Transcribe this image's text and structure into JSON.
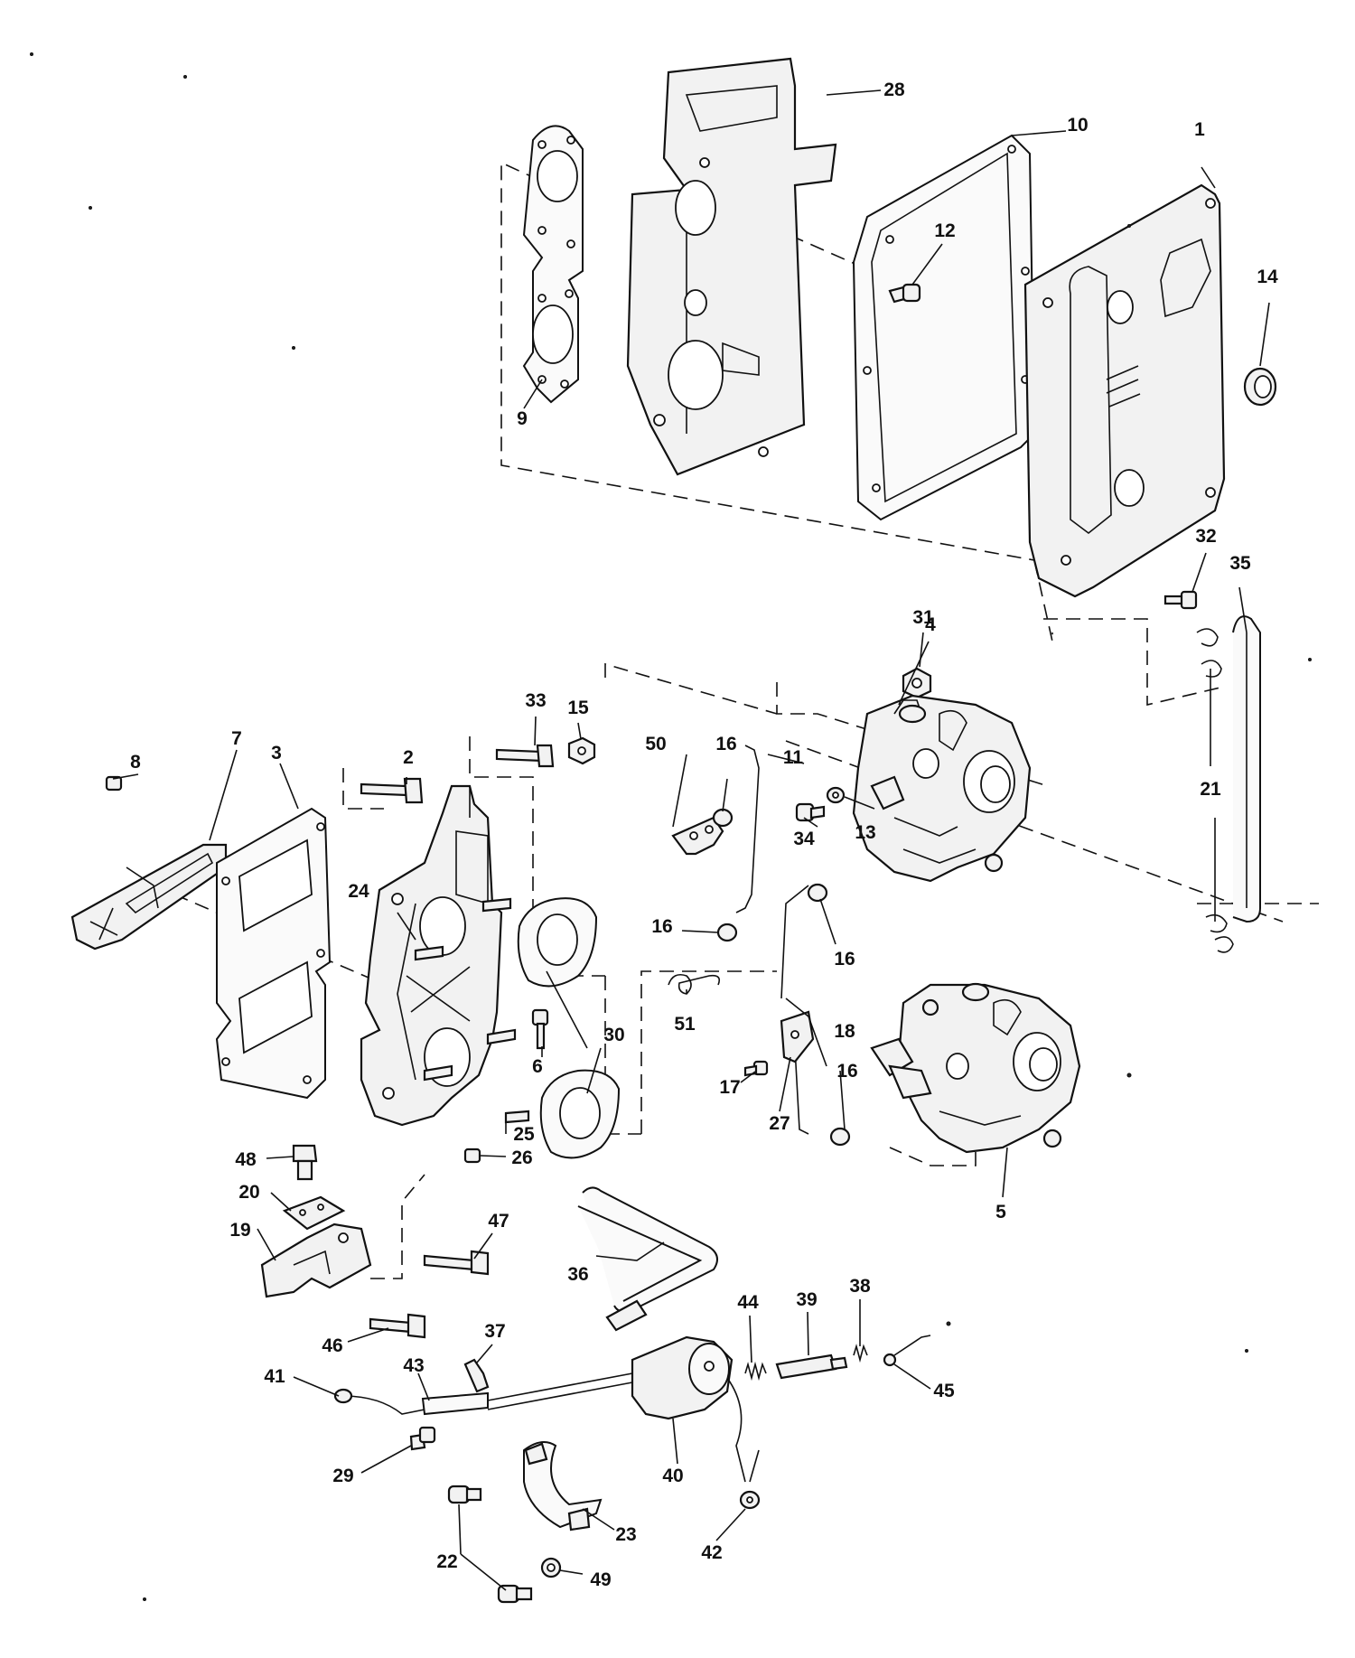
{
  "callouts": {
    "c1": "1",
    "c2": "2",
    "c3": "3",
    "c4": "4",
    "c5": "5",
    "c6": "6",
    "c7": "7",
    "c8": "8",
    "c9": "9",
    "c10": "10",
    "c11": "11",
    "c12": "12",
    "c13": "13",
    "c14": "14",
    "c15": "15",
    "c16a": "16",
    "c16b": "16",
    "c16c": "16",
    "c16d": "16",
    "c17": "17",
    "c18": "18",
    "c19": "19",
    "c20": "20",
    "c21": "21",
    "c22": "22",
    "c23": "23",
    "c24": "24",
    "c25": "25",
    "c26": "26",
    "c27": "27",
    "c28": "28",
    "c29": "29",
    "c30": "30",
    "c31": "31",
    "c32": "32",
    "c33": "33",
    "c34": "34",
    "c35": "35",
    "c36": "36",
    "c37": "37",
    "c38": "38",
    "c39": "39",
    "c40": "40",
    "c41": "41",
    "c42": "42",
    "c43": "43",
    "c44": "44",
    "c45": "45",
    "c46": "46",
    "c47": "47",
    "c48": "48",
    "c49": "49",
    "c50": "50",
    "c51": "51"
  }
}
